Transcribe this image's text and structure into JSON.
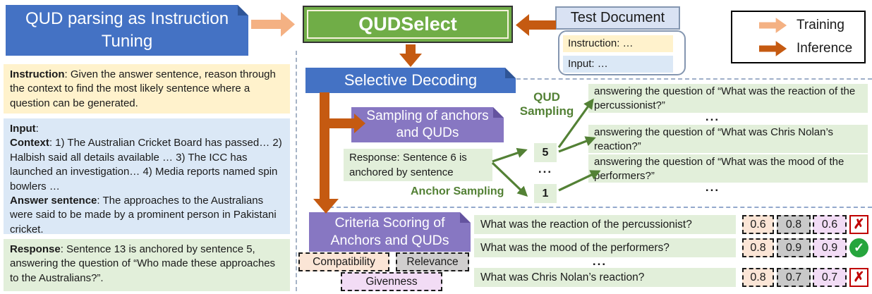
{
  "left_panel": {
    "title": "QUD parsing as Instruction Tuning",
    "instruction": {
      "label": "Instruction",
      "body": ": Given the answer sentence, reason through the context to find the most likely sentence where a question can be generated."
    },
    "input": {
      "lines": [
        {
          "label": "Input",
          "body": ":"
        },
        {
          "label": "Context",
          "body": ": 1) The Australian Cricket Board has passed… 2) Halbish said all details available … 3) The ICC has launched an investigation… 4) Media reports named spin bowlers …"
        },
        {
          "label": "Answer sentence",
          "body": ":  The approaches to the Australians were said to be made by a prominent person in Pakistani cricket."
        }
      ]
    },
    "response": {
      "label": "Response",
      "body": ": Sentence 13 is anchored by sentence 5, answering the question of “Who made these approaches to the Australians?”."
    }
  },
  "center": {
    "qudselect": "QUDSelect",
    "selective_decoding": "Selective Decoding",
    "sampling_box": "Sampling of anchors and QUDs",
    "sampling_response": "Response: Sentence 6 is anchored by sentence",
    "anchor_sampling_label": "Anchor Sampling",
    "qud_sampling_label": "QUD Sampling",
    "anchor_candidates": [
      "5",
      "1"
    ],
    "ellipsis": "...",
    "criteria_box": "Criteria Scoring of Anchors and QUDs",
    "criteria": [
      {
        "label": "Compatibility",
        "color": "#FBE5D6"
      },
      {
        "label": "Relevance",
        "color": "#D0CECE"
      },
      {
        "label": "Givenness",
        "color": "#F2DCF5"
      }
    ]
  },
  "test_document": {
    "title": "Test Document",
    "instruction_line": "Instruction: …",
    "input_line": "Input: …"
  },
  "legend": {
    "items": [
      {
        "label": "Training",
        "color": "#F4B183"
      },
      {
        "label": "Inference",
        "color": "#C55A11"
      }
    ]
  },
  "qud_samples": [
    {
      "text": "answering the question of “What was the reaction of the percussionist?”"
    },
    {
      "text": "answering the question of “What was Chris Nolan’s reaction?”"
    },
    {
      "text": "answering the question of “What was the mood of the performers?”"
    }
  ],
  "scoring_rows": [
    {
      "question": "What was the reaction of the percussionist?",
      "scores": [
        "0.6",
        "0.8",
        "0.6"
      ],
      "verdict": "reject"
    },
    {
      "question": "What was the mood of the performers?",
      "scores": [
        "0.8",
        "0.9",
        "0.9"
      ],
      "verdict": "accept"
    },
    {
      "question": "What was Chris Nolan’s reaction?",
      "scores": [
        "0.8",
        "0.7",
        "0.7"
      ],
      "verdict": "reject"
    }
  ],
  "icons": {
    "reject": "✗",
    "accept": "✓"
  },
  "colors": {
    "blue_box": "#4472C4",
    "green_box": "#70AD47",
    "purple_box": "#8777C2",
    "training_arrow": "#F4B183",
    "inference_arrow": "#C55A11",
    "light_yellow": "#FFF2CC",
    "light_blue": "#DBE8F6",
    "light_green": "#E2EFDA",
    "green_arrow": "#538135",
    "reject_red": "#C00000",
    "accept_green": "#26A53D"
  }
}
